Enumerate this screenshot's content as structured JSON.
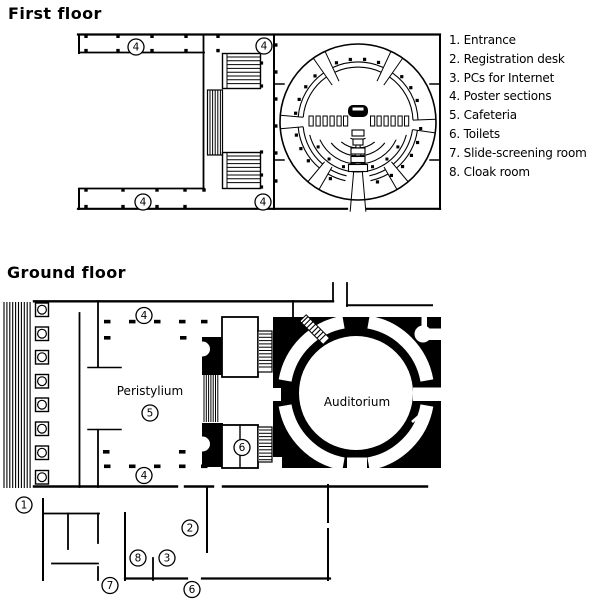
{
  "first_floor": {
    "title": "First floor",
    "markers": [
      "4",
      "4",
      "4",
      "4"
    ]
  },
  "ground_floor": {
    "title": "Ground floor",
    "labels": {
      "peristylium": "Peristylium",
      "auditorium": "Auditorium"
    },
    "markers": [
      "4",
      "4",
      "5",
      "6",
      "1",
      "2",
      "8",
      "3",
      "7",
      "6"
    ]
  },
  "legend": {
    "items": [
      "1. Entrance",
      "2. Registration desk",
      "3. PCs for Internet",
      "4. Poster sections",
      "5. Cafeteria",
      "6. Toilets",
      "7. Slide-screening room",
      "8. Cloak room"
    ]
  },
  "colors": {
    "ink": "#000000",
    "paper": "#ffffff"
  }
}
